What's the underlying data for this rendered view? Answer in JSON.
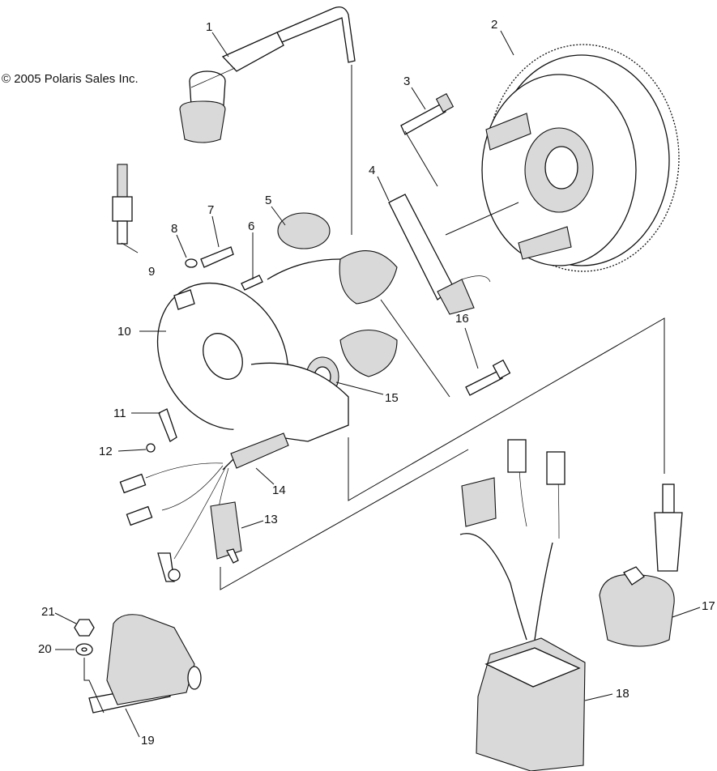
{
  "copyright": "© 2005 Polaris Sales Inc.",
  "callouts": [
    "1",
    "2",
    "3",
    "4",
    "5",
    "6",
    "7",
    "8",
    "9",
    "10",
    "11",
    "12",
    "13",
    "14",
    "15",
    "16",
    "17",
    "18",
    "19",
    "20",
    "21"
  ]
}
